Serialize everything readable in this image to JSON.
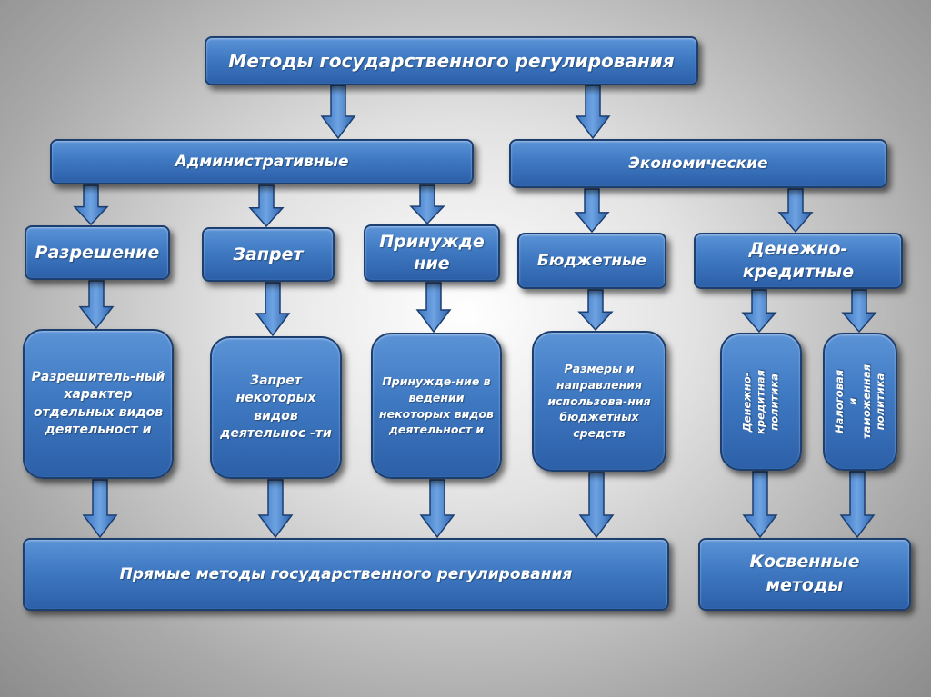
{
  "title": "Методы государственного регулирования",
  "categories": {
    "admin": "Административные",
    "econ": "Экономические"
  },
  "admin_types": {
    "permission": "Разрешение",
    "ban": "Запрет",
    "coercion": "Принужде ние"
  },
  "econ_types": {
    "budget": "Бюджетные",
    "monetary": "Денежно-кредитные"
  },
  "details": {
    "permission": "Разрешитель-ный характер отдельных видов деятельност и",
    "ban": "Запрет некоторых видов деятельнос -ти",
    "coercion": "Принужде-ние в ведении некоторых видов деятельност и",
    "budget": "Размеры и направления использова-ния бюджетных средств",
    "monetary_policy": "Денежно-кредитная политика",
    "tax_policy": "Налоговая и таможенная политика"
  },
  "results": {
    "direct": "Прямые методы государственного регулирования",
    "indirect": "Косвенные методы"
  },
  "colors": {
    "box_top": "#5b93d6",
    "box_bottom": "#2c60a8",
    "border": "#1d3f70",
    "arrow": "#4a86d1"
  }
}
